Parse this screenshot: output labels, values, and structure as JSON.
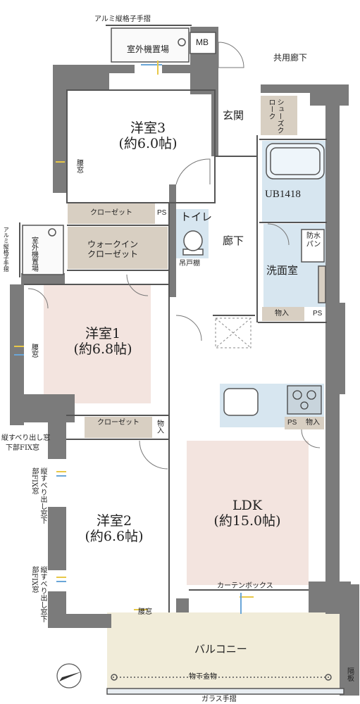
{
  "colors": {
    "wall": "#7b7b7b",
    "wall_dark": "#6e6e6e",
    "floor_pink": "#f3e4df",
    "water_blue": "#d7e6f0",
    "storage_tan": "#d8cfc2",
    "storage_dark": "#b9ab97",
    "balcony": "#f1ecd9",
    "window_yellow": "#e8c848",
    "window_blue": "#6aa6d8"
  },
  "labels": {
    "top_rail": "アルミ縦格子手摺",
    "outdoor_unit_top": "室外機置場",
    "mb": "MB",
    "corridor_shared": "共用廊下",
    "entrance": "玄関",
    "shoes_closet": "シューズクローク",
    "room3_name": "洋室3",
    "room3_size": "(約6.0帖)",
    "waist_window_3": "腰窓",
    "ub": "UB1418",
    "closet_3": "クローゼット",
    "ps_1": "PS",
    "toilet": "トイレ",
    "hall": "廊下",
    "walkin_1": "ウォークイン",
    "walkin_2": "クローゼット",
    "hanging_shelf": "吊戸棚",
    "waterproof_pan": "防水パン",
    "washroom": "洗面室",
    "storage_wash": "物入",
    "ps_2": "PS",
    "outdoor_unit_left": "室外機置場",
    "left_rail": "アルミ縦格子手摺",
    "room1_name": "洋室1",
    "room1_size": "(約6.8帖)",
    "waist_window_1": "腰窓",
    "closet_2": "クローゼット",
    "storage_2": "物入",
    "ps_3": "PS",
    "storage_kitchen": "物入",
    "window_note_1a": "縦すべり出し窓",
    "window_note_1b": "下部FIX窓",
    "window_note_2": "縦すべり出し窓下部FIX窓",
    "window_note_3": "縦すべり出し窓下部FIX窓",
    "room2_name": "洋室2",
    "room2_size": "(約6.6帖)",
    "ldk_name": "LDK",
    "ldk_size": "(約15.0帖)",
    "curtain_box": "カーテンボックス",
    "waist_window_2": "腰窓",
    "balcony": "バルコニー",
    "partition": "隔板",
    "drying": "物干金物",
    "glass_rail": "ガラス手摺"
  }
}
